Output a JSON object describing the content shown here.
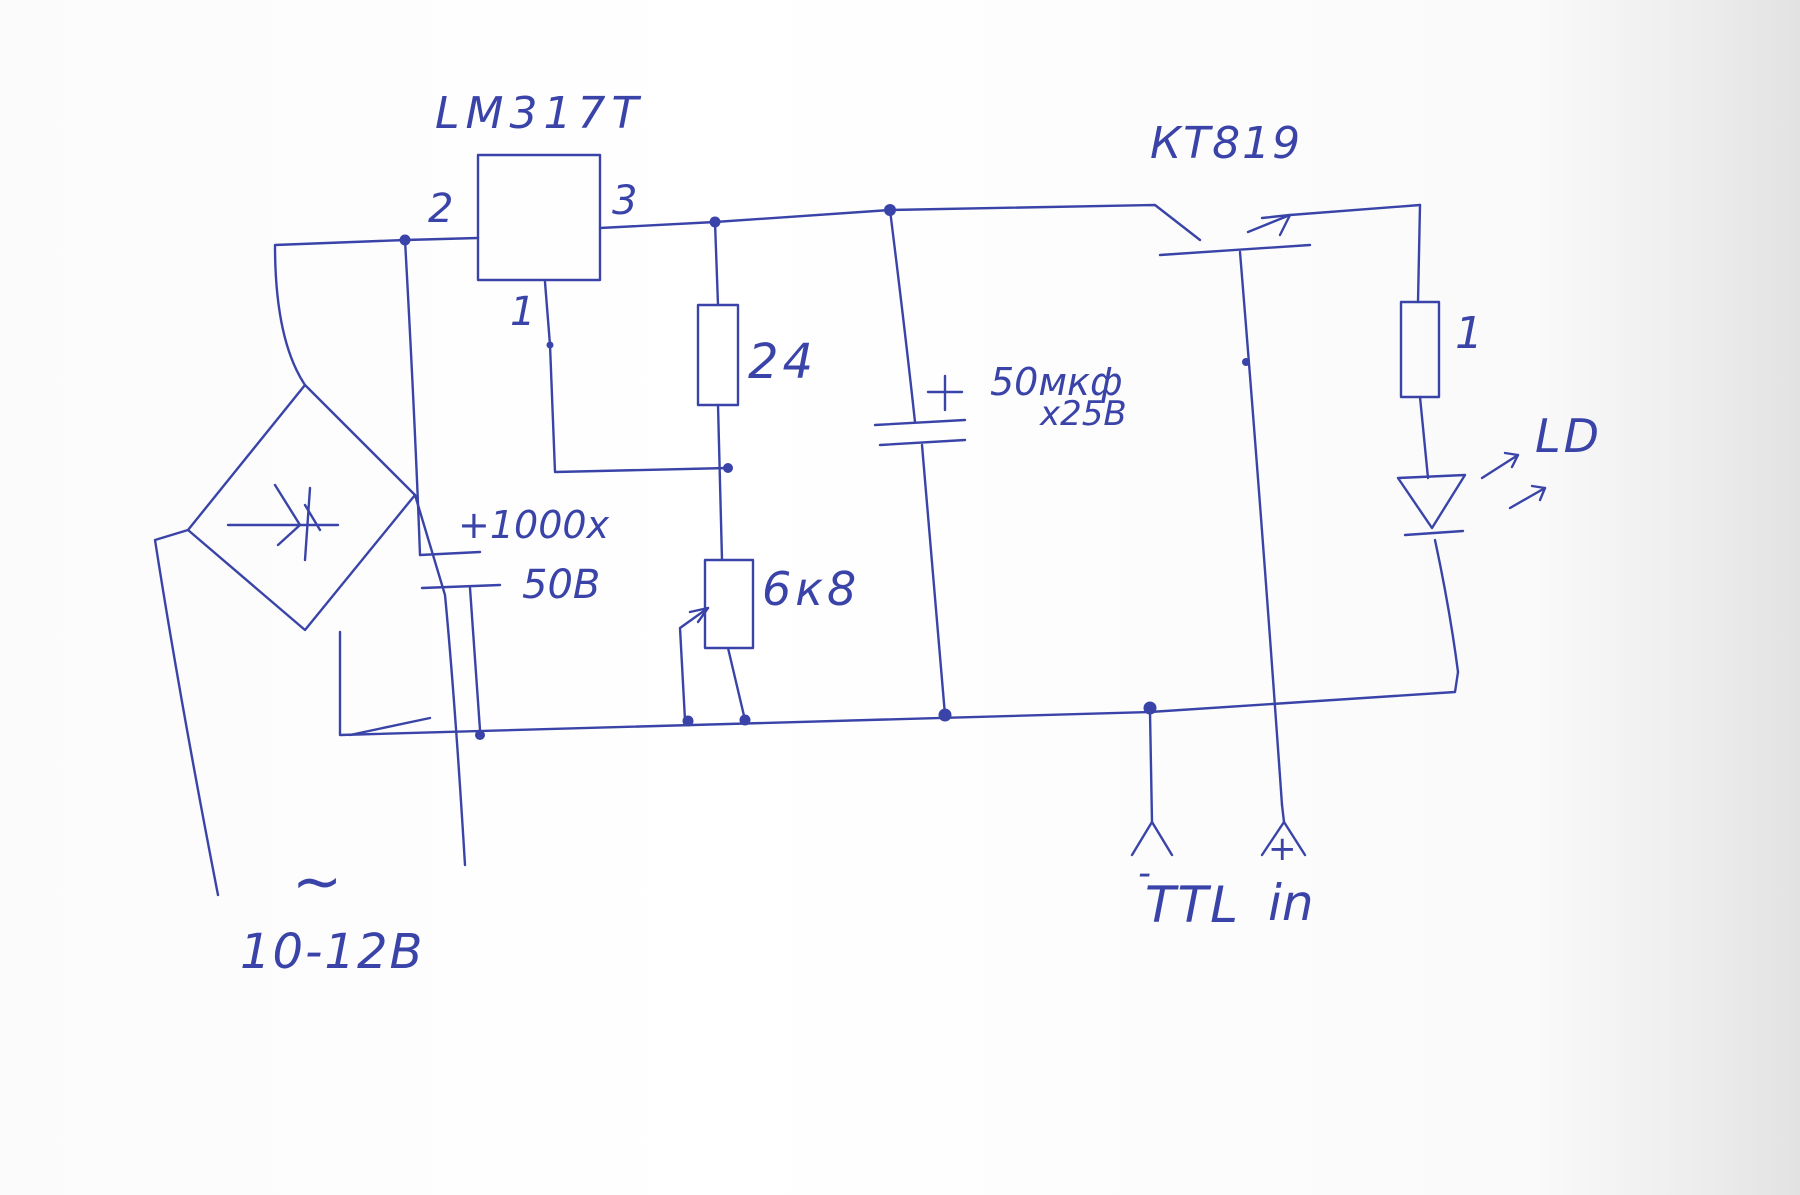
{
  "labels": {
    "regulator": "LM317T",
    "pin2": "2",
    "pin3": "3",
    "pin1": "1",
    "r_top": "24",
    "pot": "6к8",
    "cap_out_plus": "+",
    "cap_out_value": "50мкф",
    "cap_out_voltage": "х25В",
    "transistor": "КТ819",
    "r_led": "1",
    "ld": "LD",
    "cap_in": "+1000х",
    "cap_in_voltage": "50В",
    "ac_symbol": "~",
    "ac_voltage": "10-12В",
    "ttl_minus": "-",
    "ttl_plus": "+",
    "ttl_label": "TTL",
    "in_label": "in"
  },
  "colors": {
    "ink": "#3a44a8",
    "paper": "#ffffff"
  }
}
